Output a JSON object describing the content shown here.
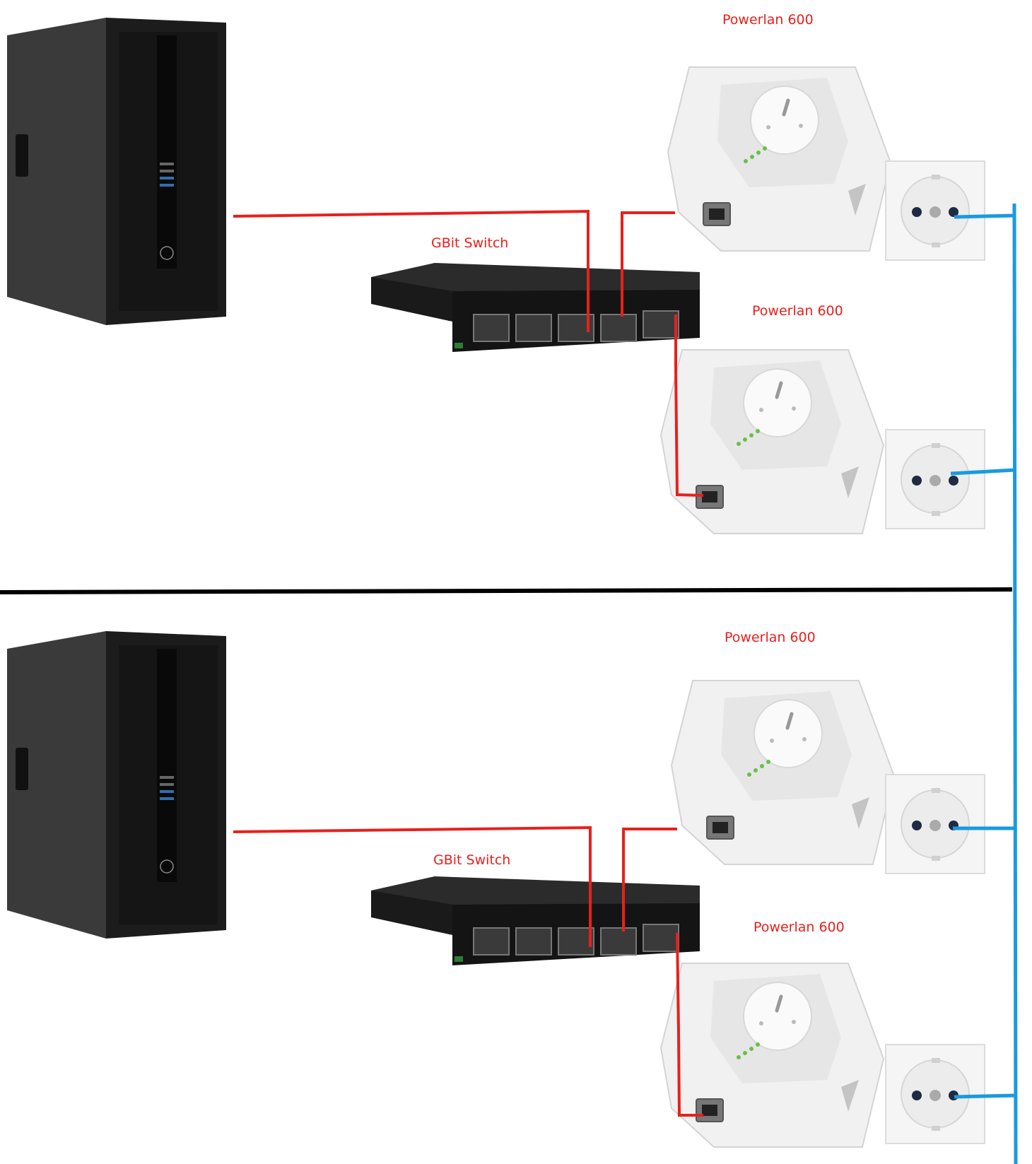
{
  "labels": {
    "switch_top": "GBit Switch",
    "switch_bottom": "GBit Switch",
    "plc_top_1": "Powerlan 600",
    "plc_top_2": "Powerlan 600",
    "plc_bottom_1": "Powerlan 600",
    "plc_bottom_2": "Powerlan 600"
  },
  "colors": {
    "label_red": "#e8201c",
    "ethernet_cable": "#e8201c",
    "power_bus": "#1a9ae0",
    "divider": "#000000"
  }
}
